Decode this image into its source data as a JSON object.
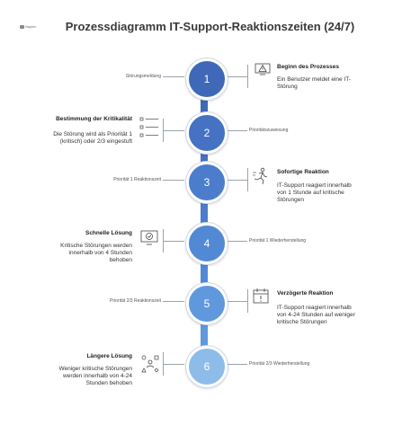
{
  "logo_text": "Napkin",
  "title": "Prozessdiagramm IT-Support-Reaktionszeiten (24/7)",
  "steps": [
    {
      "num": "1",
      "color": "#3f68b8",
      "label": "Störungsmeldung",
      "heading": "Beginn des Prozesses",
      "desc": [
        "Ein Benutzer meldet eine IT-",
        "Störung"
      ],
      "icon": "warning-monitor-icon"
    },
    {
      "num": "2",
      "color": "#4572c2",
      "label": "Prioritätszuweisung",
      "heading": "Bestimmung der Kritikalität",
      "desc": [
        "Die Störung wird als Priorität 1",
        "(kritisch) oder 2/3 eingestuft"
      ],
      "icon": "checklist-icon"
    },
    {
      "num": "3",
      "color": "#4b7dcc",
      "label": "Priorität 1 Reaktionszeit",
      "heading": "Sofortige Reaktion",
      "desc": [
        "IT-Support reagiert innerhalb",
        "von 1 Stunde auf kritische",
        "Störungen"
      ],
      "icon": "runner-icon"
    },
    {
      "num": "4",
      "color": "#5289d5",
      "label": "Priorität 1 Wiederherstellung",
      "heading": "Schnelle Lösung",
      "desc": [
        "Kritische Störungen werden",
        "innerhalb von 4 Stunden",
        "behoben"
      ],
      "icon": "check-monitor-icon"
    },
    {
      "num": "5",
      "color": "#6098de",
      "label": "Priorität 2/3 Reaktionszeit",
      "heading": "Verzögerte Reaktion",
      "desc": [
        "IT-Support reagiert innerhalb",
        "von 4-24 Stunden auf weniger",
        "kritische Störungen"
      ],
      "icon": "calendar-alert-icon"
    },
    {
      "num": "6",
      "color": "#8ebce9",
      "label": "Priorität 2/3 Wiederherstellung",
      "heading": "Längere Lösung",
      "desc": [
        "Weniger kritische Störungen",
        "werden innerhalb von 4-24",
        "Stunden behoben"
      ],
      "icon": "shapes-person-icon"
    }
  ]
}
